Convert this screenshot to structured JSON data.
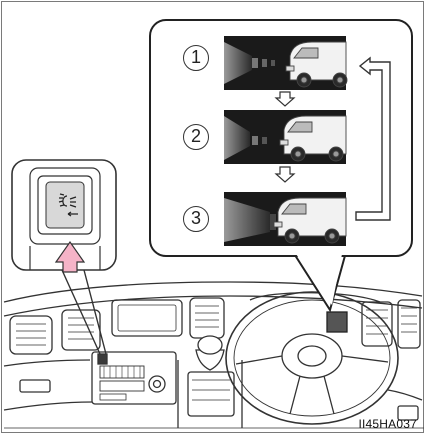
{
  "steps": [
    {
      "number": "1",
      "state": "low-beam",
      "beam": "short"
    },
    {
      "number": "2",
      "state": "low-beam-dimmed",
      "beam": "short"
    },
    {
      "number": "3",
      "state": "high-beam",
      "beam": "long"
    }
  ],
  "switch": {
    "icon": "headlight-leveling-icon"
  },
  "figure_code": "II45HA037",
  "colors": {
    "panel_bg": "#ffffff",
    "scene_dark": "#1a1a1a",
    "press_arrow": "#f5b3c7",
    "line": "#333333"
  }
}
